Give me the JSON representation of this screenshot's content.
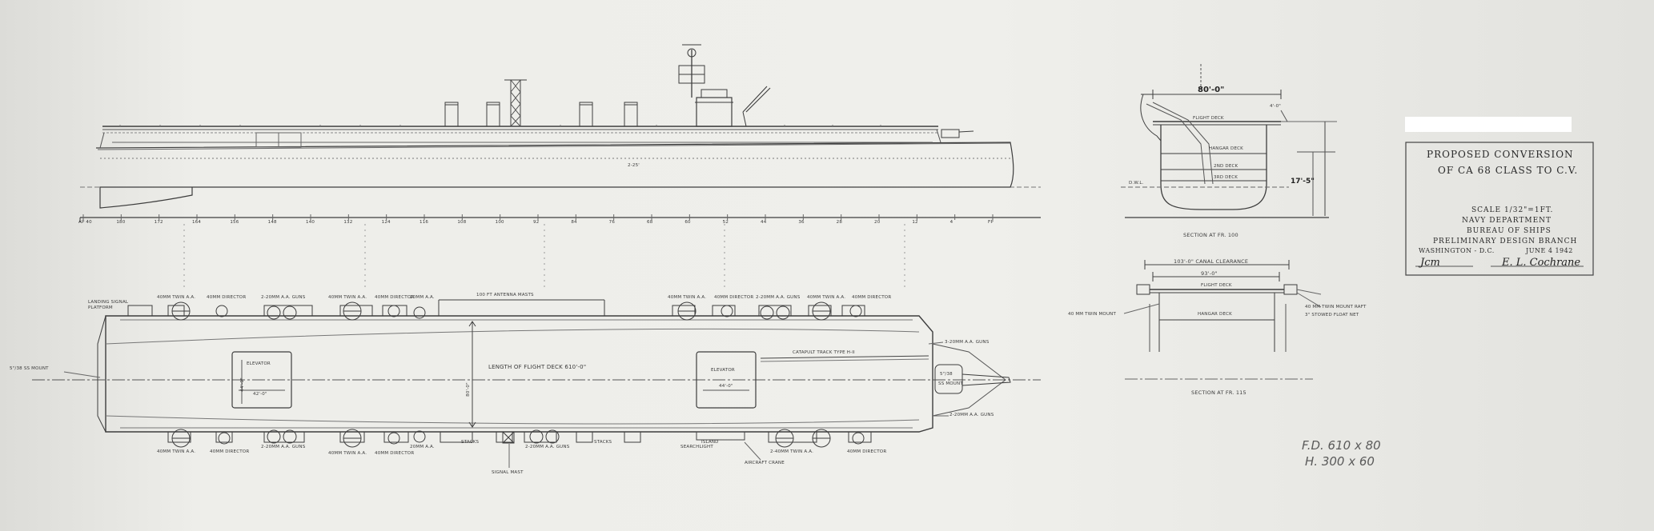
{
  "title_block": {
    "line1": "PROPOSED CONVERSION",
    "line2": "OF CA 68 CLASS TO C.V.",
    "scale": "SCALE 1/32\"=1FT.",
    "dept": "NAVY DEPARTMENT",
    "bureau": "BUREAU OF SHIPS",
    "branch": "PRELIMINARY DESIGN BRANCH",
    "place": "WASHINGTON - D.C.",
    "date": "JUNE 4 1942",
    "initials": "Jcm",
    "signature": "E. L. Cochrane"
  },
  "profile": {
    "dim_frame": "2-25'",
    "frames": [
      "AP 40",
      "180",
      "172",
      "164",
      "156",
      "148",
      "140",
      "132",
      "124",
      "116",
      "108",
      "100",
      "92",
      "84",
      "76",
      "68",
      "60",
      "52",
      "44",
      "36",
      "28",
      "20",
      "12",
      "4",
      "FP"
    ]
  },
  "section_fr100": {
    "beam": "80'-0\"",
    "caption": "SECTION AT FR. 100",
    "height": "17'-5\"",
    "flight_deck": "FLIGHT DECK",
    "hangar_deck": "HANGAR DECK",
    "second_deck": "2ND DECK",
    "third_deck": "3RD DECK",
    "small_dim": "4'-0\"",
    "waterline": "D.W.L."
  },
  "section_fr115": {
    "clearance": "103'-0\" CANAL CLEARANCE",
    "beam": "93'-0\"",
    "caption": "SECTION AT FR. 115",
    "flight_deck": "FLIGHT DECK",
    "hangar_deck": "HANGAR DECK",
    "left_note": "40 MM TWIN MOUNT",
    "right_note1": "40 MM TWIN MOUNT RAFT",
    "right_note2": "3\" STOWED FLOAT NET"
  },
  "plan": {
    "left_mount": "5\"/38 SS MOUNT",
    "landing_signal": "LANDING SIGNAL PLATFORM",
    "top_labels": [
      "40MM TWIN A.A.",
      "40MM DIRECTOR",
      "2-20MM A.A. GUNS",
      "40MM TWIN A.A.",
      "40MM DIRECTOR",
      "20MM A.A.",
      "40MM TWIN A.A.",
      "40MM DIRECTOR",
      "2-20MM A.A. GUNS",
      "40MM TWIN A.A.",
      "40MM DIRECTOR"
    ],
    "antenna": "100 FT ANTENNA MASTS",
    "elevator_label": "ELEVATOR",
    "elevator_width": "42'-0\"",
    "elevator_depth": "44'-0\"",
    "elevator2_label": "ELEVATOR",
    "elevator2_width": "44'-0\"",
    "length": "LENGTH OF FLIGHT DECK 610'-0\"",
    "beam": "80'-0\"",
    "catapult": "CATAPULT TRACK TYPE H-II",
    "bow_20mm": "3-20MM A.A. GUNS",
    "bow_mount_a": "5\"/38",
    "bow_mount_b": "SS MOUNT",
    "bow_20mm_2": "2-20MM A.A. GUNS",
    "bottom_labels": [
      "40MM TWIN A.A.",
      "40MM DIRECTOR",
      "2-20MM A.A. GUNS",
      "40MM TWIN A.A.",
      "40MM DIRECTOR",
      "20MM A.A.",
      "STACKS",
      "2-20MM A.A. GUNS",
      "STACKS",
      "ISLAND",
      "2-40MM TWIN A.A.",
      "40MM DIRECTOR"
    ],
    "signal_mast": "SIGNAL MAST",
    "crane": "AIRCRAFT CRANE",
    "searchlight": "SEARCHLIGHT"
  },
  "notes": {
    "fd": "F.D. 610 x 80",
    "h": "H. 300 x 60"
  }
}
